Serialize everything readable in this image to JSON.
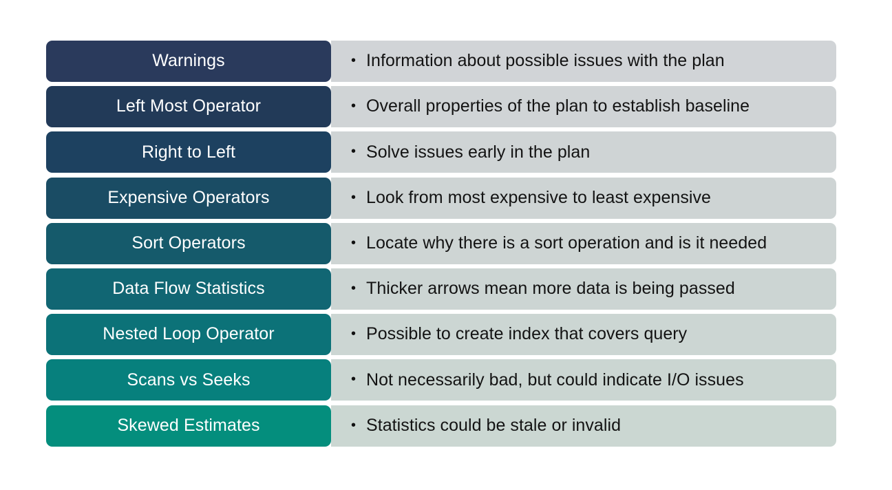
{
  "slide": {
    "background": "#ffffff",
    "layout": "two-column-process-list",
    "bullet_glyph": "•",
    "label_text_color": "#ffffff",
    "desc_text_color": "#131313"
  },
  "rows": [
    {
      "label": "Warnings",
      "description": "Information about possible issues with the plan",
      "label_color": "#2a3a5c",
      "desc_color": "#d1d4d7"
    },
    {
      "label": "Left Most Operator",
      "description": "Overall properties of the plan to establish baseline",
      "label_color": "#223a58",
      "desc_color": "#d0d4d6"
    },
    {
      "label": "Right to Left",
      "description": "Solve issues early in the plan",
      "label_color": "#1d4160",
      "desc_color": "#cfd4d5"
    },
    {
      "label": "Expensive Operators",
      "description": "Look from most expensive to least expensive",
      "label_color": "#1a4c64",
      "desc_color": "#ced4d4"
    },
    {
      "label": "Sort Operators",
      "description": "Locate why there is a sort operation and is it needed",
      "label_color": "#155a6b",
      "desc_color": "#ced5d4"
    },
    {
      "label": "Data Flow Statistics",
      "description": "Thicker arrows mean more data is being passed",
      "label_color": "#116673",
      "desc_color": "#ccd5d3"
    },
    {
      "label": "Nested Loop Operator",
      "description": "Possible to create index that covers query",
      "label_color": "#0c7278",
      "desc_color": "#ccd6d3"
    },
    {
      "label": "Scans vs Seeks",
      "description": "Not necessarily bad, but could indicate I/O issues",
      "label_color": "#07807d",
      "desc_color": "#cbd6d2"
    },
    {
      "label": "Skewed Estimates",
      "description": "Statistics could be stale or invalid",
      "label_color": "#048e7d",
      "desc_color": "#cbd7d2"
    }
  ]
}
